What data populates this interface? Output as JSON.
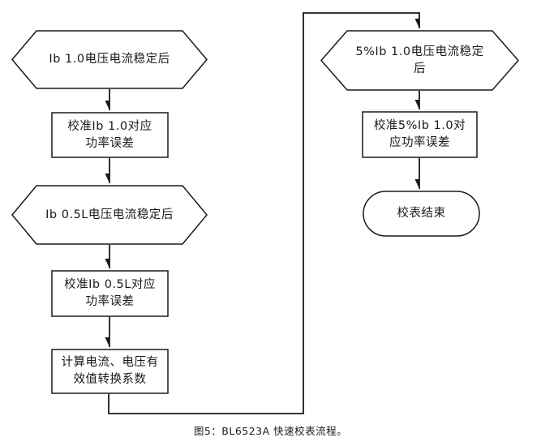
{
  "figure": {
    "caption": "图5：BL6523A 快速校表流程。"
  },
  "flowchart": {
    "nodes": [
      {
        "id": "ib10-stable",
        "type": "hexagon",
        "label": "Ib 1.0电压电流稳定后"
      },
      {
        "id": "cal-ib10",
        "type": "process",
        "label": "校准Ib 1.0对应\n功率误差"
      },
      {
        "id": "ib05l-stable",
        "type": "hexagon",
        "label": "Ib 0.5L电压电流稳定后"
      },
      {
        "id": "cal-ib05l",
        "type": "process",
        "label": "校准Ib 0.5L对应\n功率误差"
      },
      {
        "id": "calc-rms-coeff",
        "type": "process",
        "label": "计算电流、电压有\n效值转换系数"
      },
      {
        "id": "5ib10-stable",
        "type": "hexagon",
        "label": "5%Ib 1.0电压电流稳定\n后"
      },
      {
        "id": "cal-5ib10",
        "type": "process",
        "label": "校准5%Ib 1.0对\n应功率误差"
      },
      {
        "id": "end",
        "type": "terminator",
        "label": "校表结束"
      }
    ],
    "colors": {
      "line": "#1a1a1a",
      "shape_fill": "#ffffff",
      "text": "#1a1a1a",
      "background": "#ffffff"
    }
  }
}
